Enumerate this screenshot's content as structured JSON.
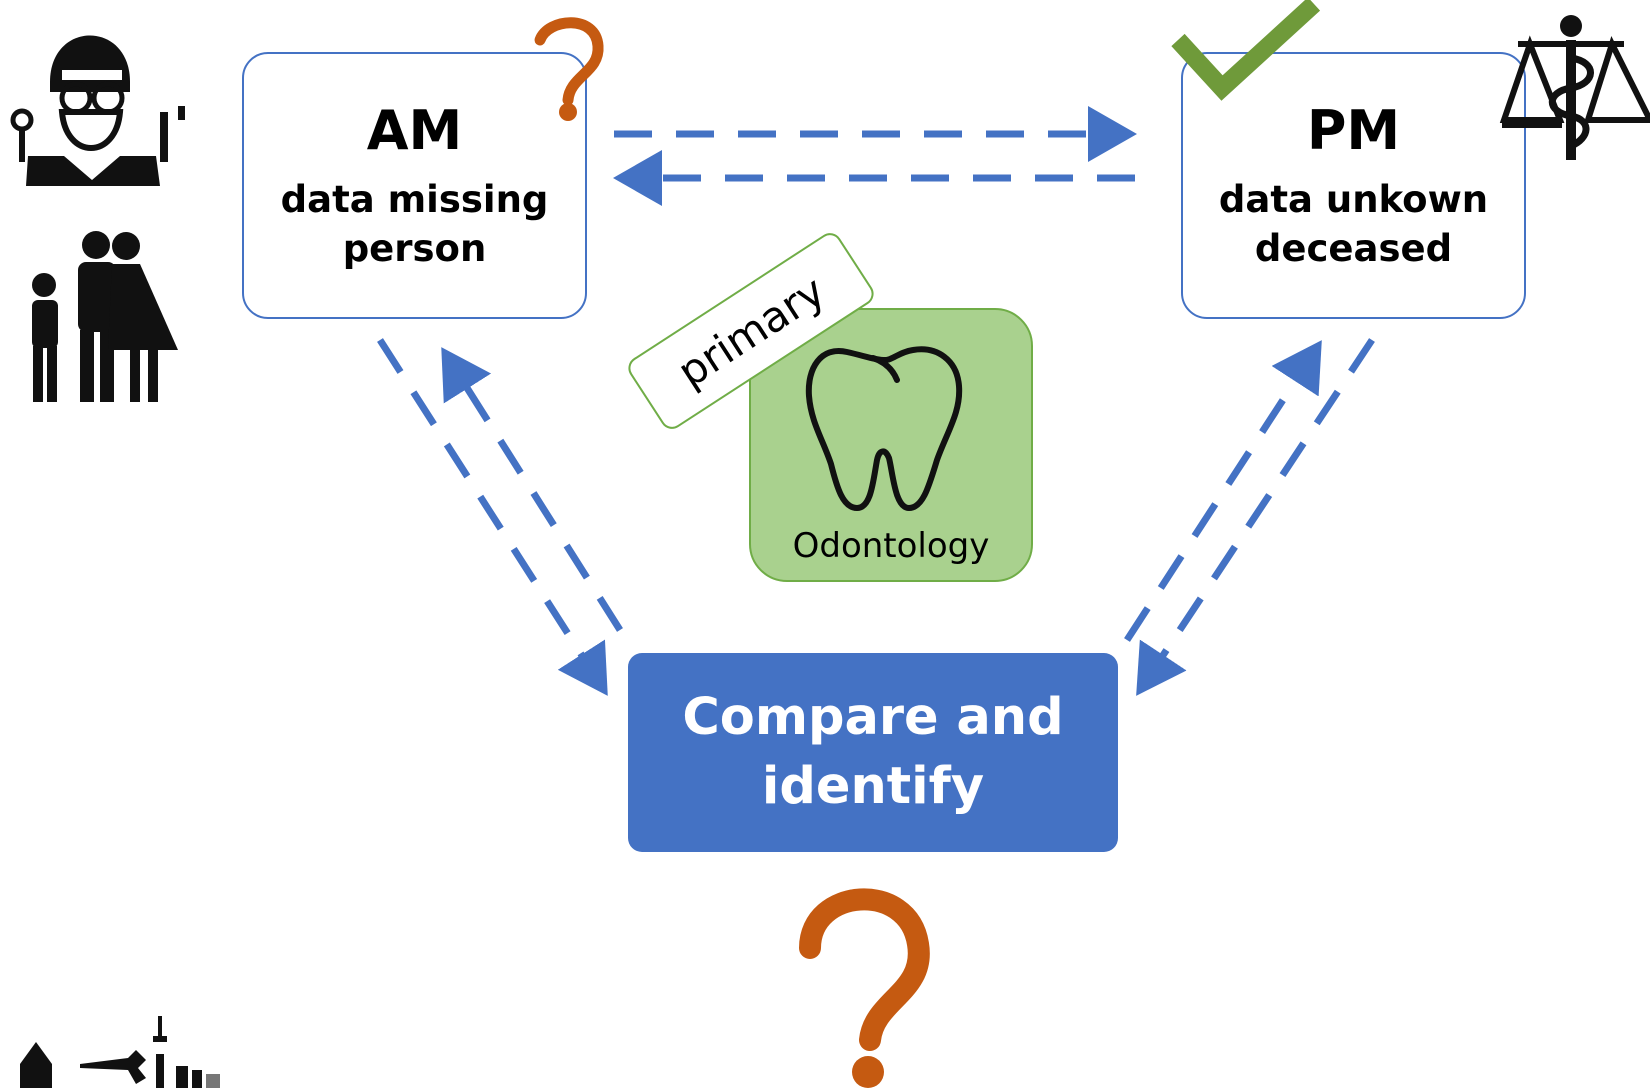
{
  "diagram": {
    "am": {
      "title": "AM",
      "subtitle": "data missing person"
    },
    "pm": {
      "title": "PM",
      "subtitle": "data unkown deceased"
    },
    "center": {
      "label": "Compare and identify"
    },
    "odontology": {
      "label": "Odontology",
      "tag": "primary"
    }
  },
  "icons": {
    "am_status": "question-mark-icon",
    "pm_status": "checkmark-icon",
    "bottom": "question-mark-icon",
    "top_left": "dentist-icon",
    "left": "family-icon",
    "top_right": "justice-scales-icon",
    "bottom_left": "city-skyline-icon",
    "center": "tooth-icon"
  },
  "colors": {
    "primary_blue": "#4472c4",
    "green_fill": "#a9d18e",
    "green_border": "#70ad47",
    "question_orange": "#c55a11",
    "check_green": "#6f9a3a",
    "icon_black": "#111111"
  }
}
